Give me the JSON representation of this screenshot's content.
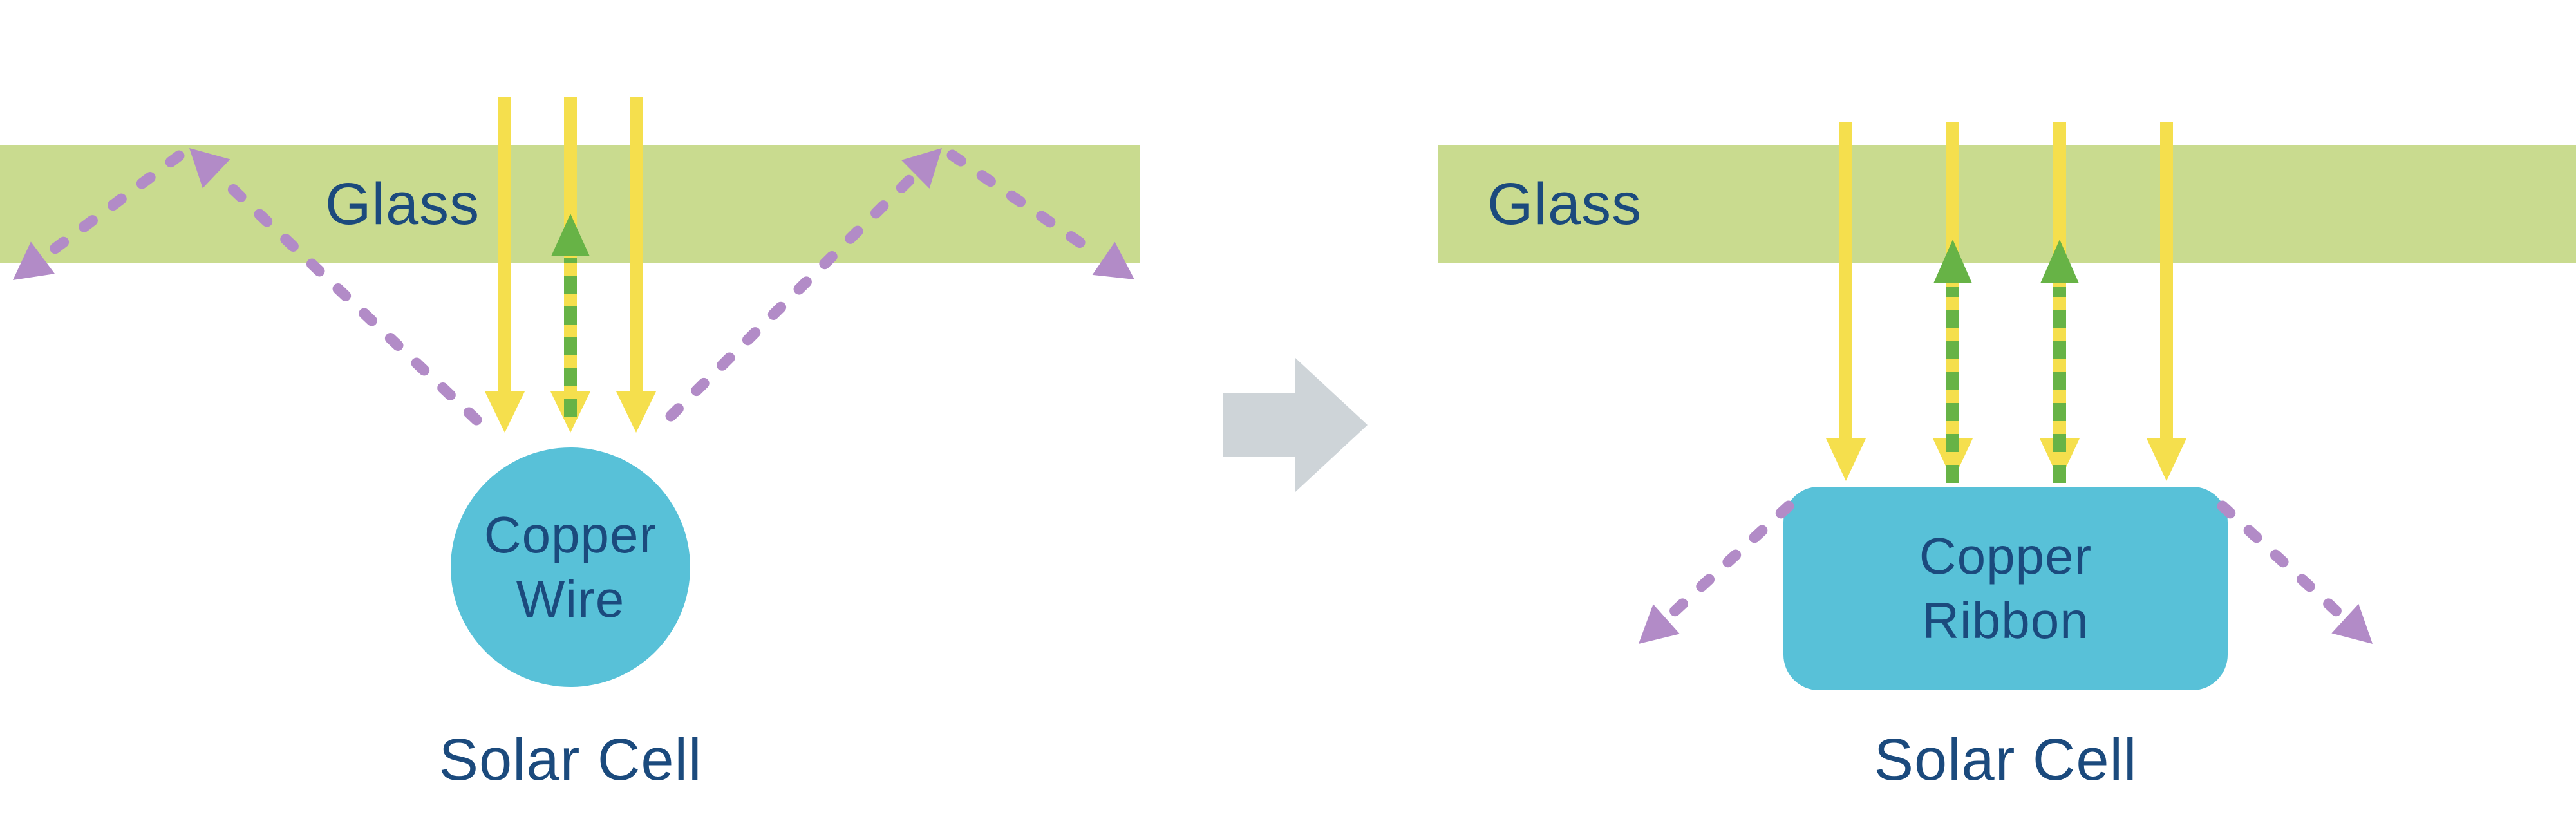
{
  "colors": {
    "background": "#ffffff",
    "glass": "#c9db8f",
    "text": "#1b4a7d",
    "sunlight": "#f5df4d",
    "reflected": "#67b346",
    "scattered": "#b28bc7",
    "copper": "#58c1d8",
    "transition": "#ced4d8"
  },
  "icons": {
    "transition": "right-block-arrow",
    "sunlight": "down-arrow",
    "reflected": "dashed-up-arrow",
    "scattered": "dashed-diagonal-arrow"
  },
  "left": {
    "glass_label": "Glass",
    "component_line1": "Copper",
    "component_line2": "Wire",
    "solar_cell_label": "Solar Cell"
  },
  "right": {
    "glass_label": "Glass",
    "component_line1": "Copper",
    "component_line2": "Ribbon",
    "solar_cell_label": "Solar Cell"
  }
}
